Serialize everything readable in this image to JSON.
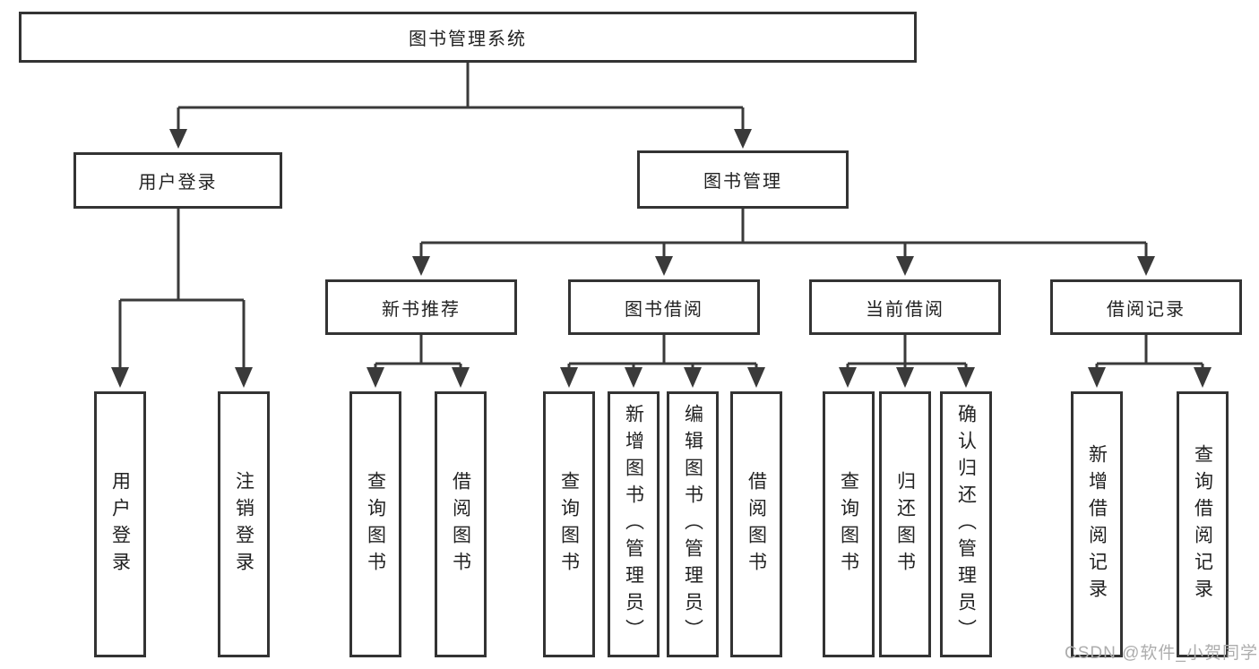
{
  "nodes": {
    "root": "图书管理系统",
    "user_login": "用户登录",
    "book_management": "图书管理",
    "new_book_recommend": "新书推荐",
    "book_borrow": "图书借阅",
    "current_borrow": "当前借阅",
    "borrow_records": "借阅记录",
    "leaf_user_login": "用户登录",
    "leaf_logout": "注销登录",
    "recommend_query_book": "查询图书",
    "recommend_borrow_book": "借阅图书",
    "borrow_query_book": "查询图书",
    "borrow_add_book": "新增图书（管理员）",
    "borrow_edit_book": "编辑图书（管理员）",
    "borrow_borrow_book": "借阅图书",
    "current_query_book": "查询图书",
    "current_return_book": "归还图书",
    "current_confirm_return": "确认归还（管理员）",
    "records_add_record": "新增借阅记录",
    "records_query_record": "查询借阅记录"
  },
  "watermark": "CSDN @软件_小贺同学",
  "colors": {
    "line": "#3a3a3a",
    "box_border": "#333333",
    "text": "#222222",
    "watermark": "#adadad",
    "background": "#ffffff"
  }
}
